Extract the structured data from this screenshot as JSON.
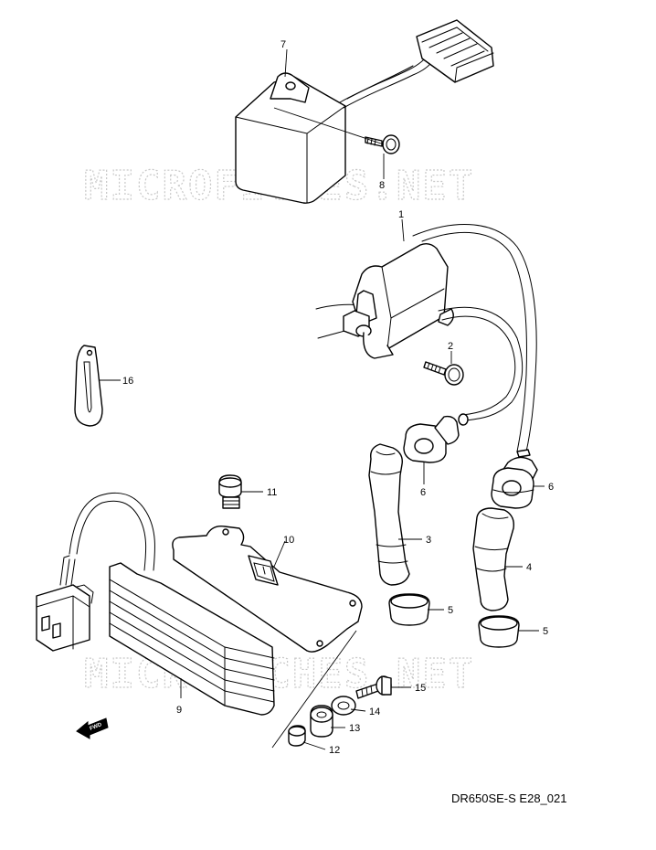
{
  "watermark": "MICROFICHES.NET",
  "diagram_code": "DR650SE-S E28_021",
  "fwd_label": "FWD",
  "callouts": {
    "p1": "1",
    "p2": "2",
    "p3": "3",
    "p4": "4",
    "p5a": "5",
    "p5b": "5",
    "p6a": "6",
    "p6b": "6",
    "p7": "7",
    "p8": "8",
    "p9": "9",
    "p10": "10",
    "p11": "11",
    "p12": "12",
    "p13": "13",
    "p14": "14",
    "p15": "15",
    "p16": "16"
  }
}
